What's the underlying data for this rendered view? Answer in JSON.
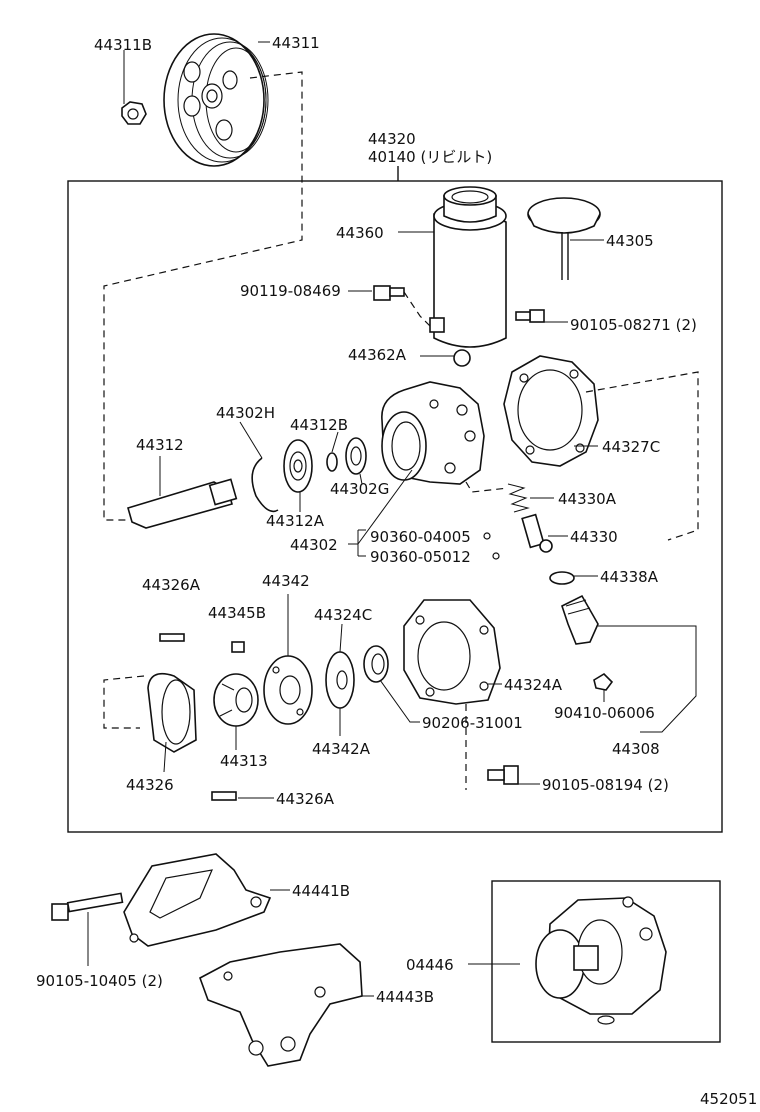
{
  "diagram_id": "452051",
  "labels": {
    "l44311B": "44311B",
    "l44311": "44311",
    "l44320": "44320",
    "l40140": "40140 (リビルト)",
    "l44360": "44360",
    "l44305": "44305",
    "l90119_08469": "90119-08469",
    "l90105_08271": "90105-08271 (2)",
    "l44362A": "44362A",
    "l44302H": "44302H",
    "l44312B": "44312B",
    "l44312": "44312",
    "l44327C": "44327C",
    "l44330A": "44330A",
    "l44302G": "44302G",
    "l44312A": "44312A",
    "l90360_04005": "90360-04005",
    "l44302": "44302",
    "l90360_05012": "90360-05012",
    "l44330": "44330",
    "l44338A": "44338A",
    "l44326A_top": "44326A",
    "l44342": "44342",
    "l44345B": "44345B",
    "l44324C": "44324C",
    "l44324A": "44324A",
    "l90410_06006": "90410-06006",
    "l90206_31001": "90206-31001",
    "l44308": "44308",
    "l44313": "44313",
    "l44342A": "44342A",
    "l44326": "44326",
    "l90105_08194": "90105-08194 (2)",
    "l44326A_bottom": "44326A",
    "l44441B": "44441B",
    "l90105_10405": "90105-10405 (2)",
    "l44443B": "44443B",
    "l04446": "04446"
  }
}
